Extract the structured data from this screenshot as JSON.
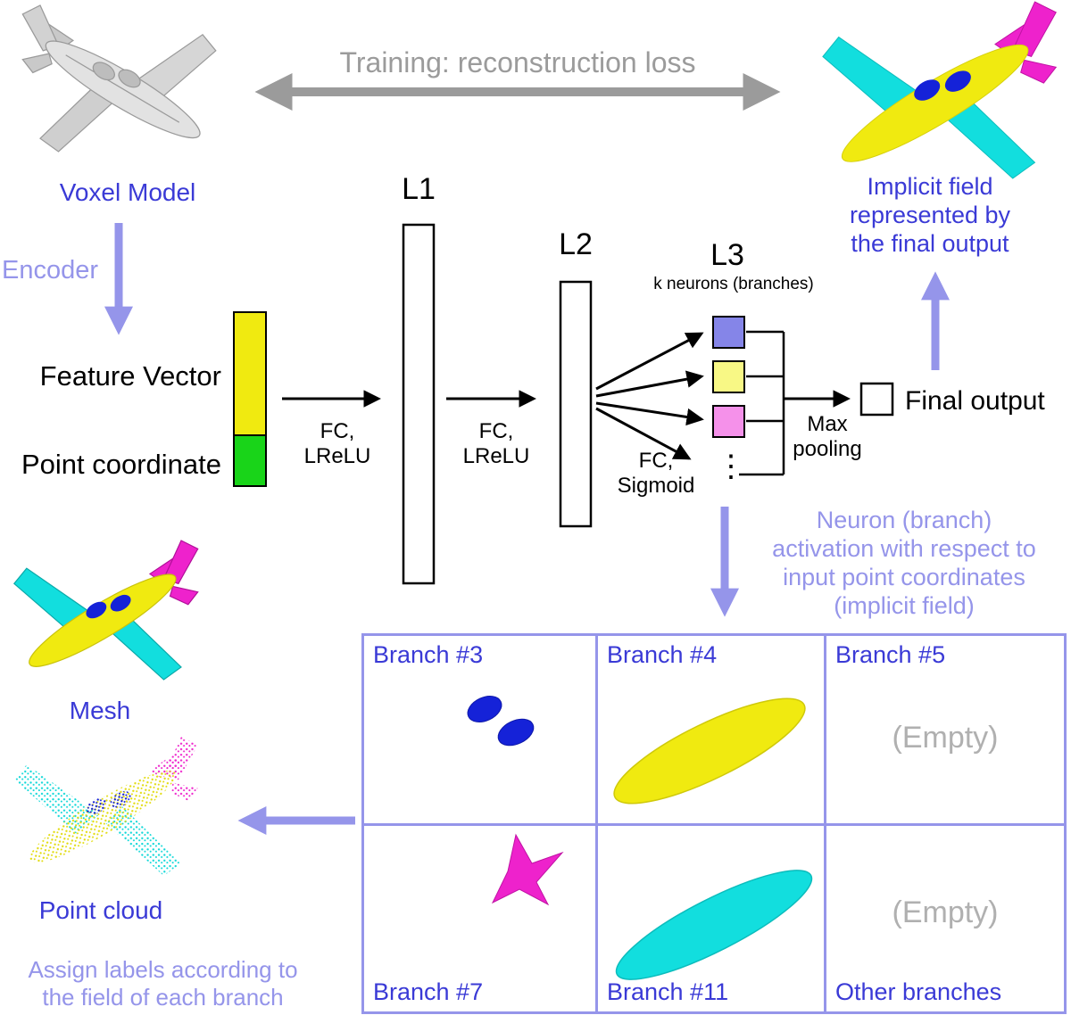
{
  "labels": {
    "training": "Training: reconstruction loss",
    "voxel_model": "Voxel Model",
    "implicit_field": "Implicit field\nrepresented by\nthe final output",
    "encoder": "Encoder",
    "feature_vector": "Feature Vector",
    "point_coordinate": "Point coordinate",
    "l1": "L1",
    "l2": "L2",
    "l3": "L3",
    "k_neurons": "k neurons (branches)",
    "fc_lrelu": "FC,\nLReLU",
    "fc_sigmoid": "FC,\nSigmoid",
    "max_pooling": "Max\npooling",
    "final_output": "Final output",
    "neuron_activation": "Neuron (branch)\nactivation with respect to\ninput point coordinates\n(implicit field)",
    "mesh": "Mesh",
    "point_cloud": "Point cloud",
    "assign_labels": "Assign labels according to\nthe field of each branch",
    "ellipsis": "⋮"
  },
  "grid": {
    "cells": [
      {
        "label": "Branch #3"
      },
      {
        "label": "Branch #4"
      },
      {
        "label": "Branch #5",
        "empty": "(Empty)"
      },
      {
        "label": "Branch #7"
      },
      {
        "label": "Branch #11"
      },
      {
        "label": "Other branches",
        "empty": "(Empty)"
      }
    ]
  },
  "colors": {
    "label_blue": "#3a3ad6",
    "accent_purple": "#9595ea",
    "arrow_gray": "#9b9b9b",
    "fuselage_yellow": "#f0ea10",
    "coordinate_green": "#19d419",
    "wing_cyan": "#12dede",
    "tail_magenta": "#ee22cc",
    "engine_blue": "#1522d8",
    "branch_square_purple": "#8585e8",
    "branch_square_yellow": "#f8f885",
    "branch_square_pink": "#f591ea"
  }
}
